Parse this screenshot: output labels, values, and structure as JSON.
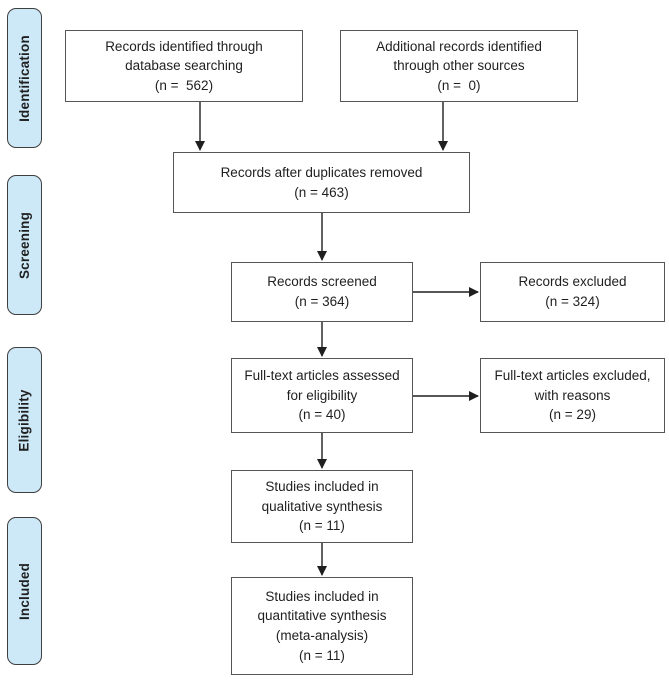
{
  "stages": [
    {
      "label": "Identification"
    },
    {
      "label": "Screening"
    },
    {
      "label": "Eligibility"
    },
    {
      "label": "Included"
    }
  ],
  "boxes": [
    {
      "name": "records-identified",
      "text": "Records identified through\ndatabase searching\n(n =  562)"
    },
    {
      "name": "additional-records",
      "text": "Additional records identified\nthrough other sources\n(n =  0)"
    },
    {
      "name": "records-after-duplicates",
      "text": "Records after duplicates removed\n(n = 463)"
    },
    {
      "name": "records-screened",
      "text": "Records screened\n(n = 364)"
    },
    {
      "name": "records-excluded",
      "text": "Records excluded\n(n = 324)"
    },
    {
      "name": "fulltext-assessed",
      "text": "Full-text articles assessed\nfor eligibility\n(n = 40)"
    },
    {
      "name": "fulltext-excluded",
      "text": "Full-text articles excluded,\nwith reasons\n(n = 29)"
    },
    {
      "name": "qualitative-synthesis",
      "text": "Studies included in\nqualitative synthesis\n(n = 11)"
    },
    {
      "name": "quantitative-synthesis",
      "text": "Studies included in\nquantitative synthesis\n(meta-analysis)\n(n = 11)"
    }
  ],
  "colors": {
    "stage_fill": "#cde8f7",
    "stage_border": "#3f3f3f",
    "box_border": "#555555",
    "text": "#1f1f1f",
    "arrow": "#1f1f1f",
    "background": "#ffffff"
  }
}
